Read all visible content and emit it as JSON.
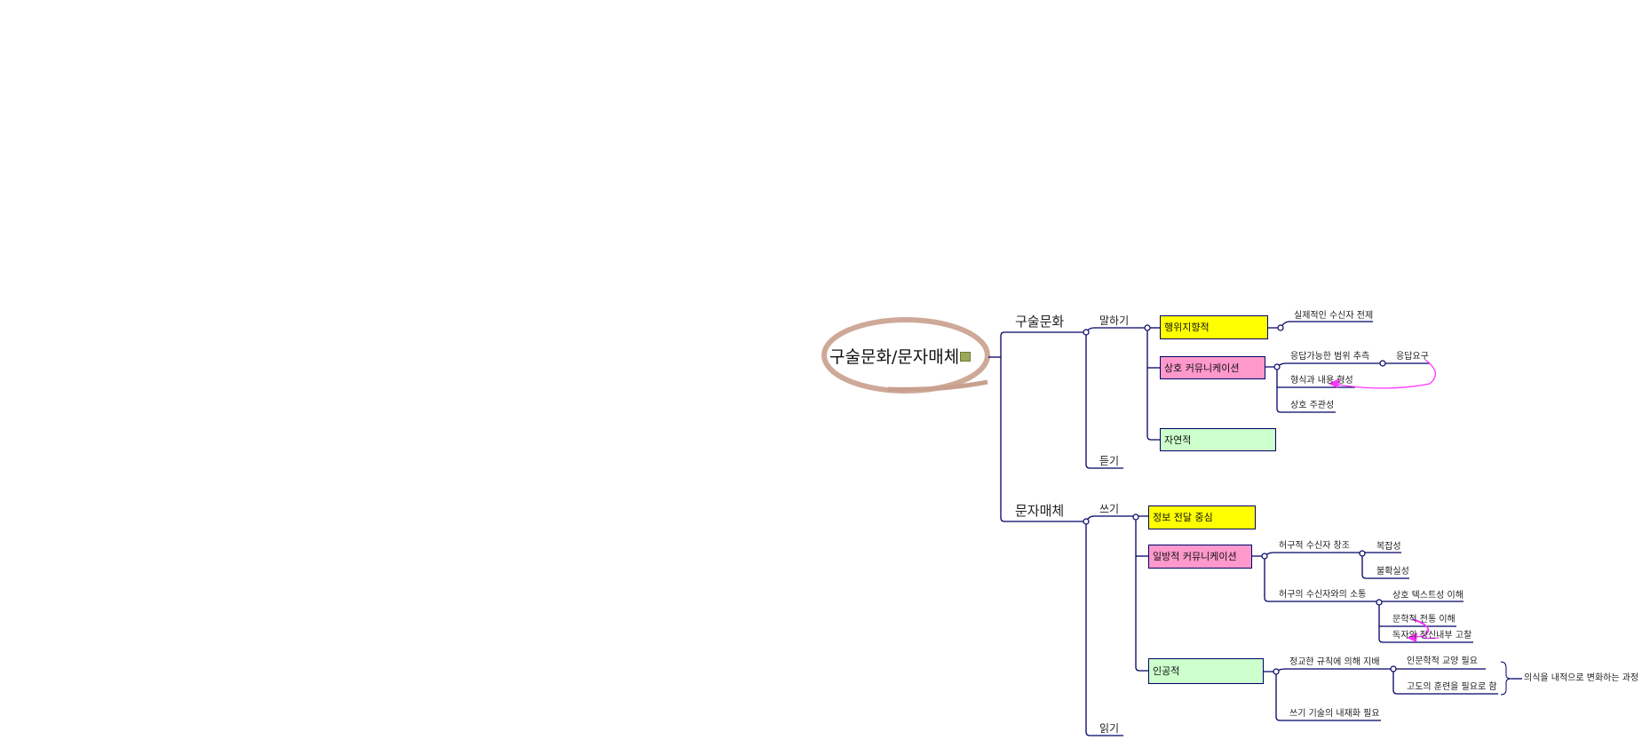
{
  "center": {
    "label": "구술문화/문자매체",
    "note_icon": "memo-icon"
  },
  "branches": {
    "oral": {
      "label": "구술문화",
      "speaking": {
        "label": "말하기",
        "action": {
          "label": "행위지향적",
          "child": "실제적인 수신자 전제"
        },
        "mutual": {
          "label": "상호 커뮤니케이션",
          "c1": "응답가능한 범위 추측",
          "c1a": "응답요구",
          "c2": "형식과 내용 형성",
          "c3": "상호 주관성"
        },
        "natural": {
          "label": "자연적"
        }
      },
      "listening": {
        "label": "듣기"
      }
    },
    "written": {
      "label": "문자매체",
      "writing": {
        "label": "쓰기",
        "info": {
          "label": "정보 전달 중심"
        },
        "oneway": {
          "label": "일방적 커뮤니케이션",
          "c1": "허구적 수신자 창조",
          "c1a": "복잡성",
          "c1b": "불확실성",
          "c2": "허구의 수신자와의 소통",
          "c2a": "상호 텍스트성 이해",
          "c2b": "문학적 전통 이해",
          "c2c": "독자의 정신내부 고찰"
        },
        "artificial": {
          "label": "인공적",
          "c1": "정교한 규칙에 의해 지배",
          "c1a": "인문학적 교양 필요",
          "c1b": "고도의 훈련을 필요로 함",
          "summary": "의식을 내적으로 변화하는 과정",
          "c2": "쓰기 기술의 내재화 필요"
        }
      },
      "reading": {
        "label": "읽기"
      }
    }
  },
  "colors": {
    "line": "#000066",
    "yellow": "#ffff00",
    "pink": "#ff99cc",
    "green": "#ccffcc",
    "arrow": "#ff33ff",
    "oval": "#c9a08e"
  }
}
